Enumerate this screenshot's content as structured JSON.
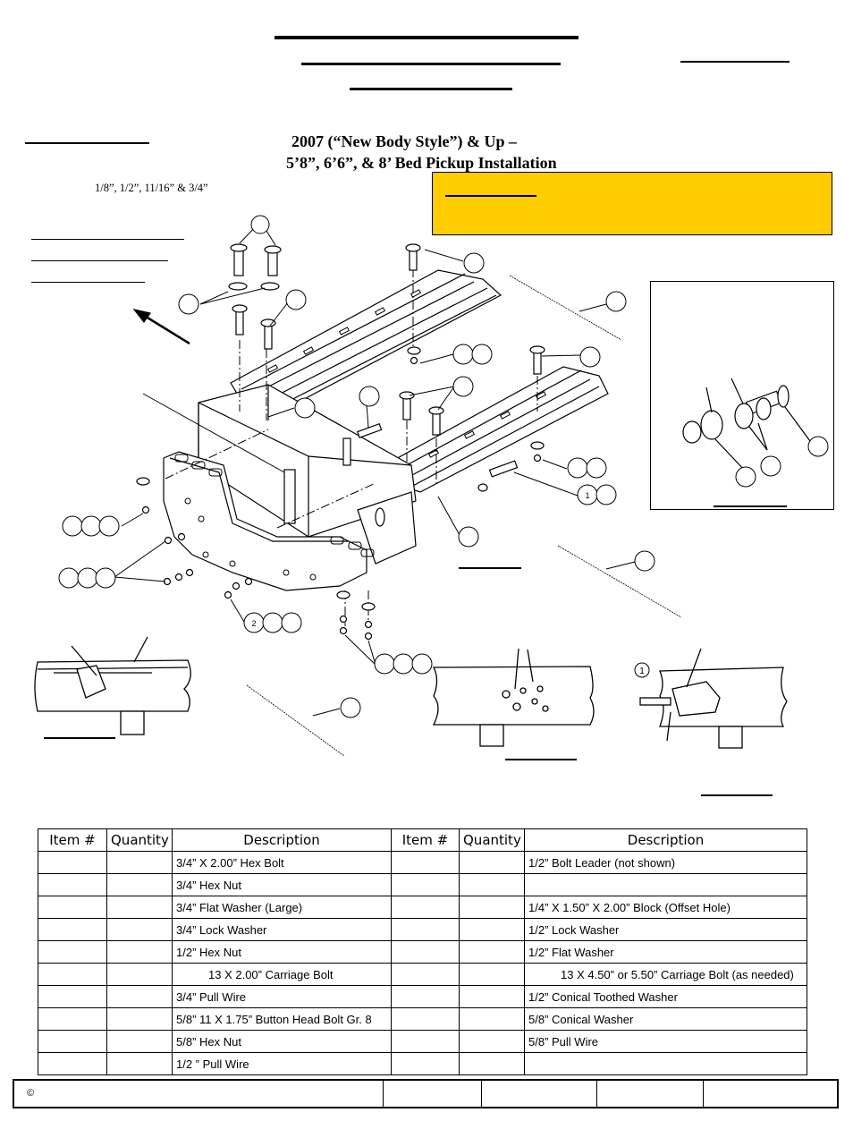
{
  "header": {
    "title_line_1": "2007 (“New Body Style”) & Up –",
    "title_line_2": "5’8”, 6’6”, & 8’ Bed Pickup Installation",
    "socket_sizes": "1/8”, 1/2”, 11/16” & 3/4”"
  },
  "figure_labels": {
    "label_1": "1",
    "label_2": "2"
  },
  "table": {
    "headers": [
      "Item #",
      "Quantity",
      "Description",
      "Item #",
      "Quantity",
      "Description"
    ],
    "rows": [
      [
        "",
        "",
        "3/4” X 2.00” Hex Bolt",
        "",
        "",
        "1/2” Bolt Leader (not shown)"
      ],
      [
        "",
        "",
        "3/4” Hex Nut",
        "",
        "",
        ""
      ],
      [
        "",
        "",
        "3/4” Flat Washer (Large)",
        "",
        "",
        "1/4” X 1.50” X 2.00” Block (Offset Hole)"
      ],
      [
        "",
        "",
        "3/4” Lock Washer",
        "",
        "",
        "1/2” Lock Washer"
      ],
      [
        "",
        "",
        "1/2” Hex Nut",
        "",
        "",
        "1/2” Flat Washer"
      ],
      [
        "",
        "",
        "13 X 2.00” Carriage Bolt",
        "",
        "",
        "13 X 4.50” or 5.50” Carriage Bolt (as needed)"
      ],
      [
        "",
        "",
        "3/4”  Pull Wire",
        "",
        "",
        "1/2” Conical Toothed Washer"
      ],
      [
        "",
        "",
        "5/8” 11 X 1.75” Button Head Bolt Gr. 8",
        "",
        "",
        "5/8” Conical Washer"
      ],
      [
        "",
        "",
        "5/8” Hex Nut",
        "",
        "",
        "5/8” Pull Wire"
      ],
      [
        "",
        "",
        " 1/2 ” Pull Wire",
        "",
        "",
        ""
      ]
    ]
  },
  "footer": {
    "copyright": "©"
  }
}
